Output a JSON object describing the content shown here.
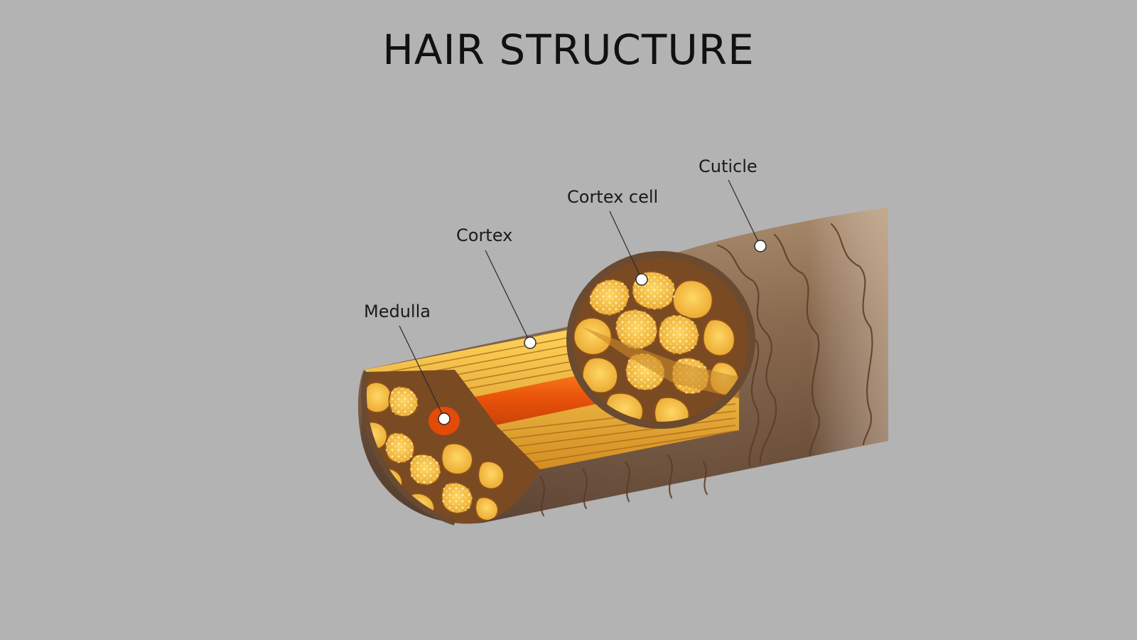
{
  "title": "HAIR STRUCTURE",
  "labels": {
    "cuticle": "Cuticle",
    "cortex_cell": "Cortex cell",
    "cortex": "Cortex",
    "medulla": "Medulla"
  },
  "colors": {
    "background": "#b3b3b3",
    "cuticle_brown": "#8a6a4f",
    "cortex_yellow": "#f2b23a",
    "medulla_orange": "#e8520a"
  }
}
